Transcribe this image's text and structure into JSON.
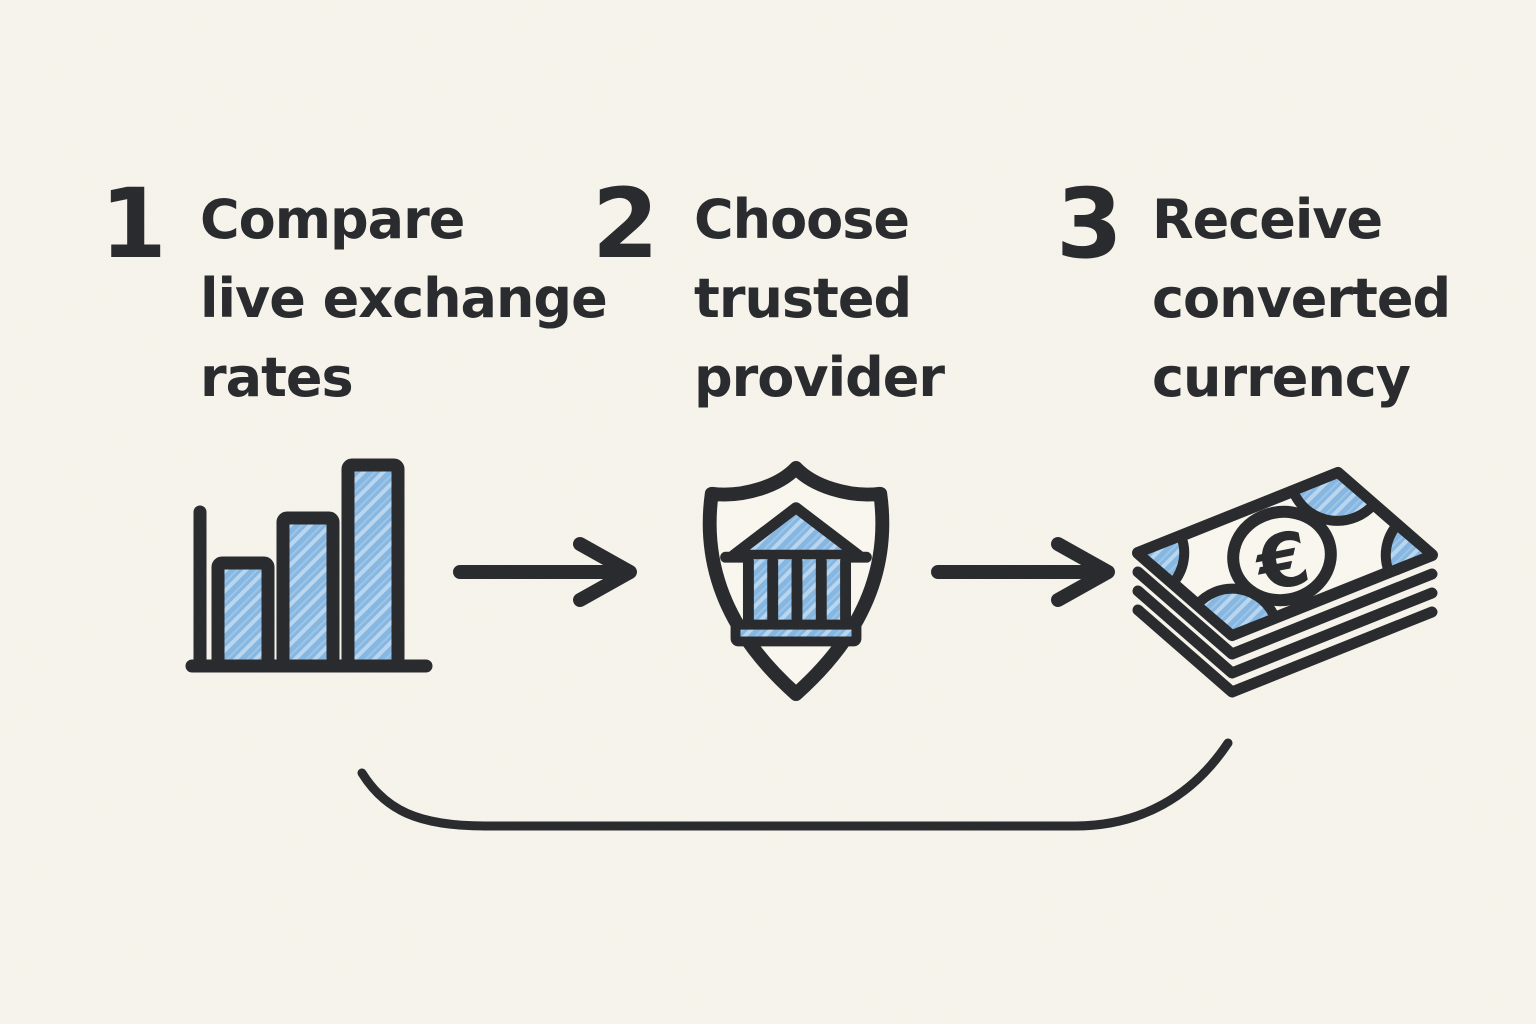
{
  "palette": {
    "background": "#f7f4ec",
    "ink": "#26282b",
    "accent_blue": "#85b7e2",
    "accent_blue_streak": "#bad7f0",
    "paper_fill": "#faf7ef"
  },
  "steps": [
    {
      "number": "1",
      "label": "Compare\nlive exchange\nrates",
      "icon": "bar-chart-icon"
    },
    {
      "number": "2",
      "label": "Choose\ntrusted\nprovider",
      "icon": "shield-bank-icon"
    },
    {
      "number": "3",
      "label": "Receive\nconverted\ncurrency",
      "icon": "euro-banknotes-icon"
    }
  ],
  "connectors": {
    "arrow_1": "arrow-right-icon",
    "arrow_2": "arrow-right-icon",
    "return_curve": "return-curve"
  },
  "money": {
    "currency_symbol": "€"
  }
}
